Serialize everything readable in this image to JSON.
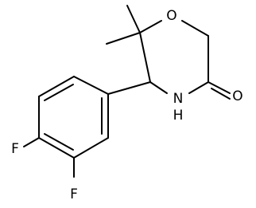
{
  "molecule": {
    "atoms": {
      "oxygen_ring": "O",
      "oxygen_carbonyl": "O",
      "nitrogen": "N",
      "nitrogen_hydrogen": "H",
      "fluorine_top": "F",
      "fluorine_bottom": "F"
    },
    "colors": {
      "bond": "#000000",
      "label": "#000000",
      "background": "#ffffff"
    }
  }
}
